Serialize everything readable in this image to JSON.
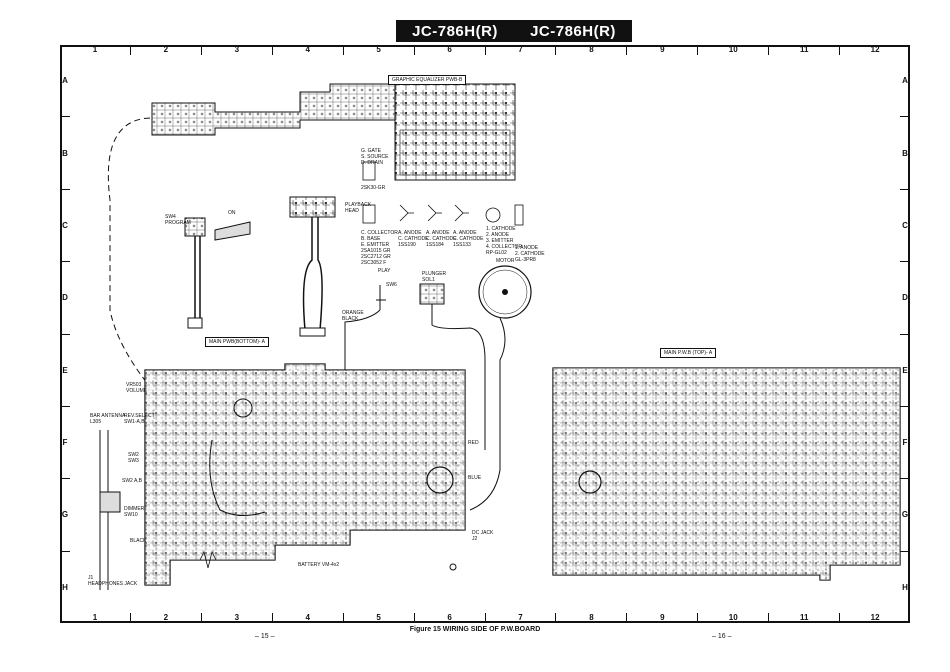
{
  "header": {
    "model_left": "JC-786H(R)",
    "model_right": "JC-786H(R)"
  },
  "grid": {
    "columns": [
      "1",
      "2",
      "3",
      "4",
      "5",
      "6",
      "7",
      "8",
      "9",
      "10",
      "11",
      "12"
    ],
    "rows": [
      "A",
      "B",
      "C",
      "D",
      "E",
      "F",
      "G",
      "H"
    ]
  },
  "board_labels": {
    "graphic_eq": "GRAPHIC EQUALIZER PWB-B",
    "main_bottom": "MAIN PWB(BOTTOM)- A",
    "main_top": "MAIN P.W.B (TOP)- A"
  },
  "component_labels": {
    "pinout_fet": "G. GATE\nS. SOURCE\nD. DRAIN",
    "fet_part": "2SK30-GR",
    "pinout_transistor": "C. COLLECTOR\nB. BASE\nE. EMITTER\n2SA1015 GR\n2SC2712 GR\n2SC3052 F",
    "diode_a": "A. ANODE\nC. CATHODE\n1SS190",
    "diode_b": "A. ANODE\nC. CATHODE\n1SS184",
    "diode_c": "A. ANODE\nC. CATHODE\n1SS133",
    "ic_pinout": "1. CATHODE\n2. ANODE\n3. EMITTER\n4. COLLECTOR\nRP-GL02",
    "led_pinout": "1. ANODE\n2. CATHODE\nGL-3PR8",
    "sw4_program": "SW4\nPROGRAM",
    "on_label": "ON",
    "playback_head": "PLAYBACK\nHEAD",
    "play_label": "PLAY",
    "sw6_label": "SW6",
    "plunger_label": "PLUNGER\nSOL1",
    "motor_label": "MOTOR",
    "orange_black": "ORANGE\nBLACK",
    "vr_volume": "VR503\nVOLUME",
    "bar_antenna": "BAR ANTENNA\nL305",
    "rev_select": "REV.SELECT\nSW1-A,B",
    "sw_sw2": "SW2\nSW3",
    "sw2_ab": "SW2 A,B",
    "dimmer": "DIMMER\nSW10",
    "black_label": "BLACK",
    "headphones_jack": "J1\nHEADPHONES JACK",
    "battery": "BATTERY VM-4x2",
    "dc_jack": "DC JACK\nJ2",
    "red_label": "RED",
    "blue_label": "BLUE"
  },
  "footer": {
    "caption": "Figure 15 WIRING SIDE OF P.W.BOARD",
    "page_left": "– 15 –",
    "page_right": "– 16 –"
  }
}
